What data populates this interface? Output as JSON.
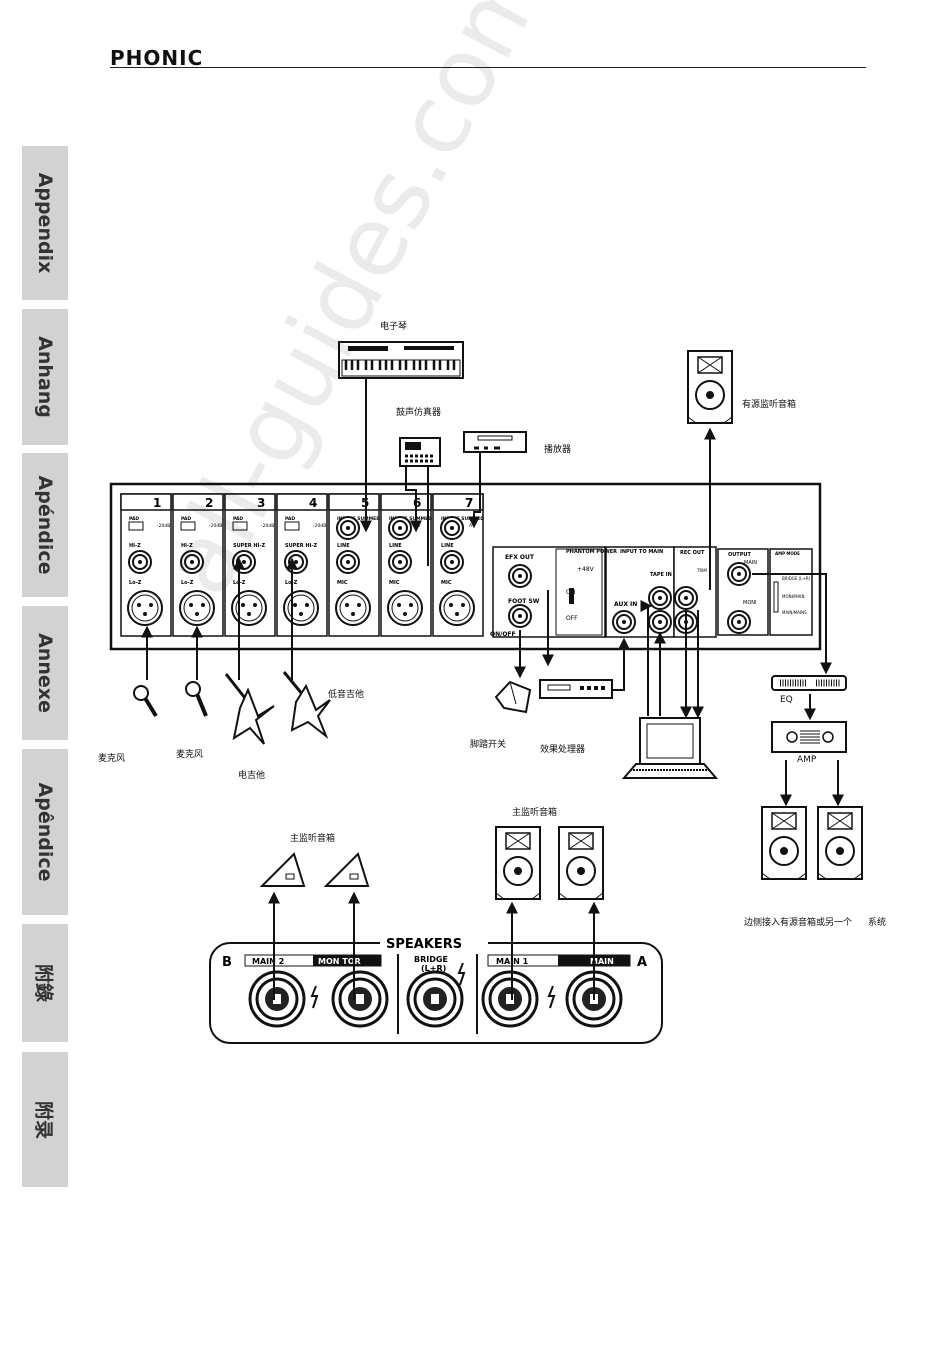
{
  "header": {
    "brand": "PHONIC"
  },
  "side_tabs": [
    "Appendix",
    "Anhang",
    "Apéndice",
    "Annexe",
    "Apêndice",
    "附錄",
    "附录"
  ],
  "watermark": "all-guides.com",
  "mixer": {
    "channels": [
      {
        "num": "1",
        "top": "PAD",
        "sw": "-20dB",
        "mid": "HI-Z",
        "bottom": "Lo-Z"
      },
      {
        "num": "2",
        "top": "PAD",
        "sw": "-20dB",
        "mid": "HI-Z",
        "bottom": "Lo-Z"
      },
      {
        "num": "3",
        "top": "PAD",
        "sw": "-20dB",
        "mid": "SUPER HI-Z",
        "bottom": "Lo-Z"
      },
      {
        "num": "4",
        "top": "PAD",
        "sw": "-20dB",
        "mid": "SUPER HI-Z",
        "bottom": "Lo-Z"
      },
      {
        "num": "5",
        "top": "INPUTS SUMMED",
        "sw": "A",
        "mid": "LINE",
        "bottom": "MIC"
      },
      {
        "num": "6",
        "top": "INPUTS SUMMED",
        "sw": "A",
        "mid": "LINE",
        "bottom": "MIC"
      },
      {
        "num": "7",
        "top": "INPUTS SUMMED",
        "sw": "A",
        "mid": "LINE",
        "bottom": "MIC"
      }
    ],
    "efx_out": "EFX OUT",
    "foot_sw": "FOOT SW",
    "on_off": "ON/OFF",
    "phantom_power": "PHANTOM POWER",
    "phantom_voltage": "+48V",
    "on": "ON",
    "off": "OFF",
    "input_to_main": "INPUT TO MAIN",
    "tape_in": "TAPE IN",
    "aux_in": "AUX IN",
    "rec_out": "REC OUT",
    "trim": "TRIM",
    "output": "OUTPUT",
    "main": "MAIN",
    "moni": "MONI",
    "amp_mode": "AMP MODE",
    "bridge_lr": "BRIDGE (L+R)",
    "moni_main": "MONI/MAIN",
    "main_mains": "MAIN/MAINS"
  },
  "labels": {
    "keyboard": "电子琴",
    "drum_machine": "鼓声仿真器",
    "player": "播放器",
    "powered_monitor": "有源监听音箱",
    "mic1": "麦克风",
    "mic2": "麦克风",
    "electric_guitar": "电吉他",
    "bass_guitar": "低音吉他",
    "footswitch": "脚踏开关",
    "effects_processor": "效果处理器",
    "eq": "EQ",
    "amp": "AMP",
    "main_monitor_left": "主监听音箱",
    "main_monitor_right": "主监听音箱",
    "side_system": "边侧接入有源音箱或另一个",
    "system": "系统"
  },
  "speakers_panel": {
    "title": "SPEAKERS",
    "b": "B",
    "a": "A",
    "main2": "MAIN 2",
    "monitor": "MON TOR",
    "bridge": "BRIDGE",
    "bridge_sub": "(L+R)",
    "main1": "MAIN 1",
    "main": "MAIN"
  }
}
